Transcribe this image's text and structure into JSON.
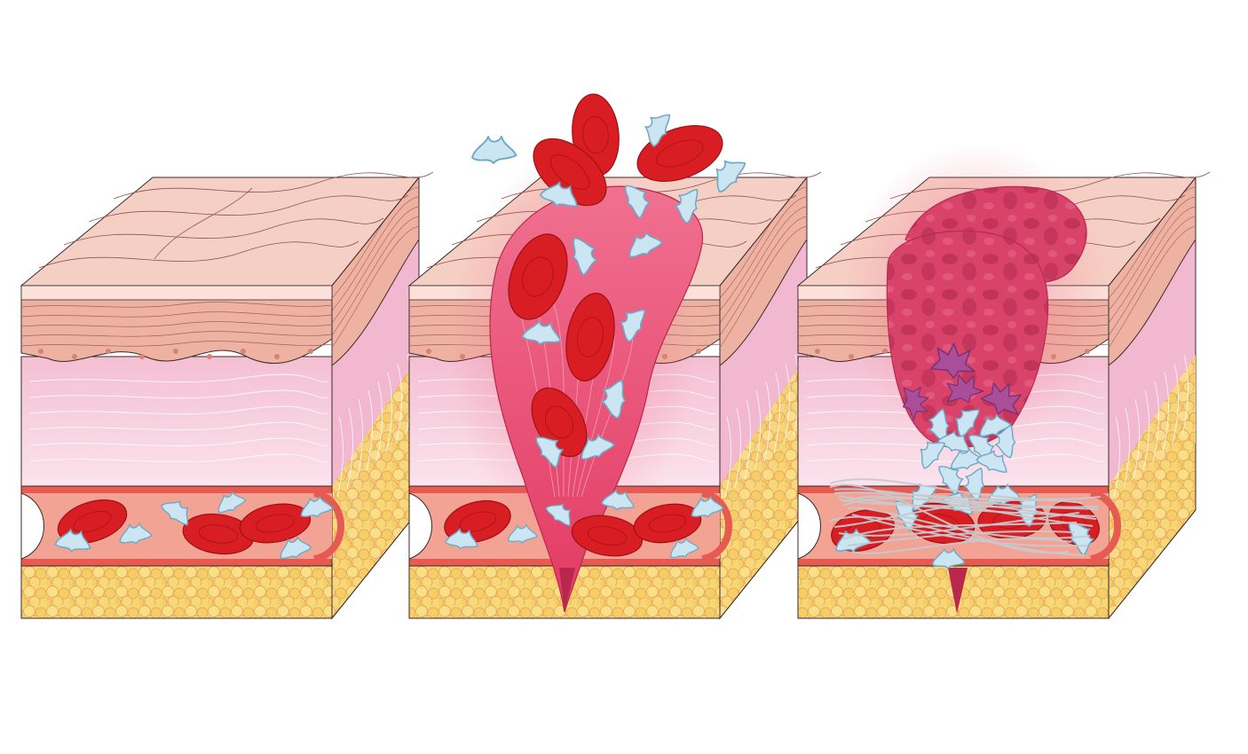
{
  "figure": {
    "description_visible_text": "",
    "panels": [
      {
        "id": "intact-vessel",
        "stage": "intact"
      },
      {
        "id": "vessel-injury",
        "stage": "injury"
      },
      {
        "id": "clot-formation",
        "stage": "clot"
      }
    ]
  },
  "colors": {
    "background": "#ffffff",
    "skin_top": "#f6cfc4",
    "skin_top_light": "#fbe1da",
    "epidermis": "#eeb2a2",
    "dermis": "#f6c9da",
    "dermis_light": "#fbe0ea",
    "side_face": "#f2b8cf",
    "fat": "#f7d774",
    "fat_dark": "#e9b84a",
    "fat_outline": "#e28a5a",
    "vessel_wall": "#e65a52",
    "vessel_lumen": "#f3a394",
    "rbc": "#d81e22",
    "rbc_dark": "#9c1014",
    "platelet": "#cbe6f2",
    "platelet_outline": "#6fa9c6",
    "blood_flow": "#e9476a",
    "clot": "#d9436a",
    "clot_dark": "#b52a52",
    "activated_platelet": "#a94f9a",
    "fibrin": "#c8c8cc",
    "outline": "#3a2a2a"
  }
}
